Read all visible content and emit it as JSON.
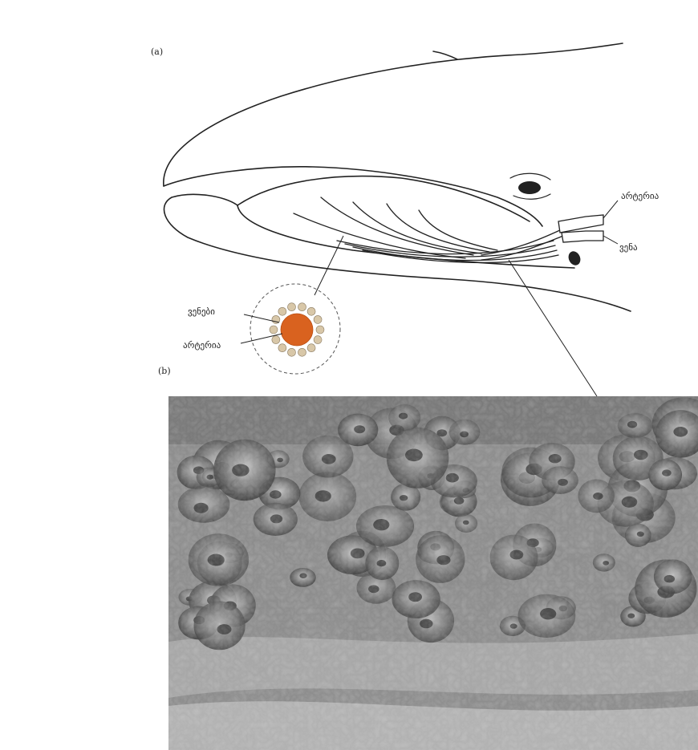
{
  "panels": {
    "a": "(a)",
    "b": "(b)"
  },
  "labels": {
    "artery_right": "არტერია",
    "vein_right": "ვენა",
    "veins_inset": "ვენები",
    "artery_inset": "არტერია"
  },
  "colors": {
    "ink": "#222222",
    "artery": "#d9621f",
    "vein": "#d8c7a8",
    "photo_dark": "#4a4a4a",
    "photo_mid": "#8a8a8a"
  }
}
